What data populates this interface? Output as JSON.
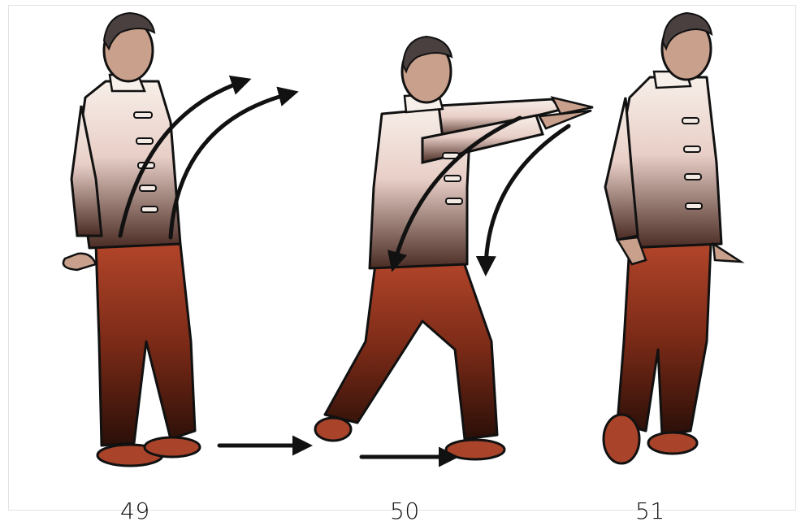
{
  "figures": [
    {
      "number": "49"
    },
    {
      "number": "50"
    },
    {
      "number": "51"
    }
  ],
  "colors": {
    "shirt_top": "#f7efe9",
    "shirt_bottom": "#4a2c24",
    "pants_top": "#b2452a",
    "pants_bottom": "#2a0f08",
    "skin": "#c9a08c",
    "hair": "#4a4040",
    "shoe": "#a9442a",
    "outline": "#111111",
    "arrow": "#111111"
  },
  "icons": [
    "arrow-up-right-icon",
    "arrow-down-icon",
    "arrow-right-icon"
  ]
}
